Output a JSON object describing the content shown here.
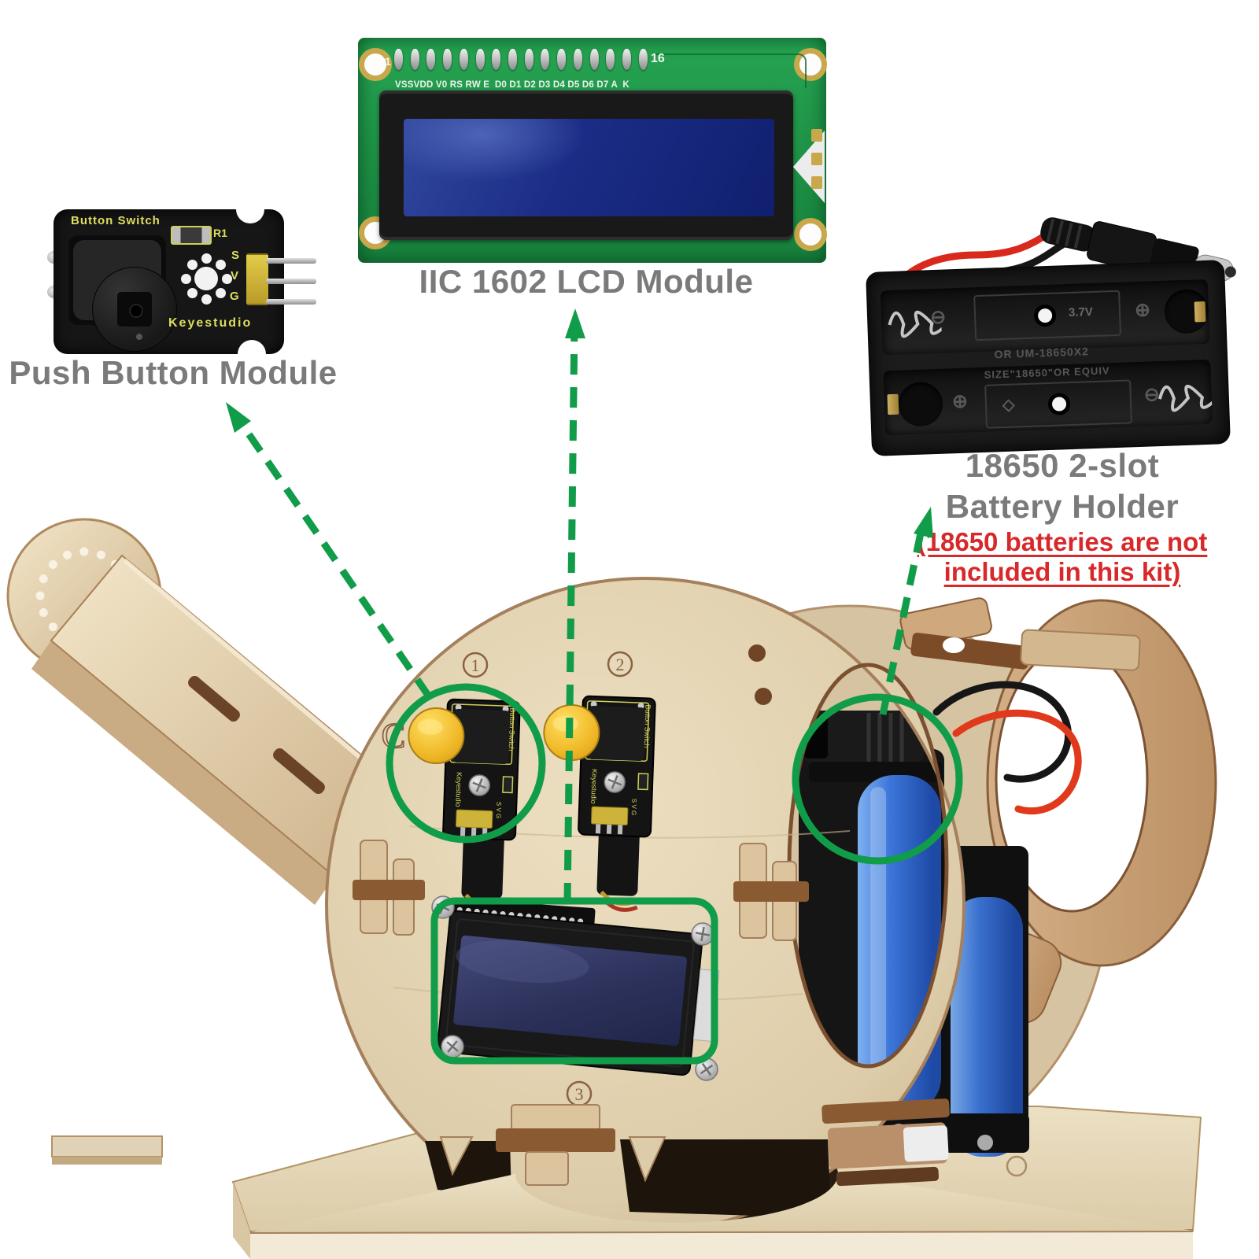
{
  "annotations": {
    "push_button_label": "Push Button Module",
    "lcd_label": "IIC 1602 LCD Module",
    "battery_label_line1": "18650 2-slot",
    "battery_label_line2": "Battery Holder",
    "battery_note_line1": "(18650 batteries are not",
    "battery_note_line2": "included in this kit)"
  },
  "push_button_module": {
    "silkscreen_title": "Button Switch",
    "brand": "Keyestudio",
    "resistor_ref": "R1",
    "pins": [
      "S",
      "V",
      "G"
    ]
  },
  "lcd_module": {
    "pin_first": "1",
    "pin_last": "16",
    "pin_labels": "VSSVDD V0 RS RW E  D0 D1 D2 D3 D4 D5 D6 D7 A  K"
  },
  "battery_holder": {
    "voltage": "3.7V",
    "alt_model": "OR UM-18650X2",
    "size_note": "SIZE\"18650\"OR EQUIV",
    "minus_symbol": "⊖",
    "plus_symbol": "⊕",
    "logo_mark": "◇"
  },
  "robot": {
    "etched_letter": "C",
    "mark_1": "1",
    "mark_2": "2",
    "mark_3": "3",
    "module_title": "Button Switch",
    "module_brand": "Keyestudio",
    "module_pins": "S V G"
  },
  "colors": {
    "annotation_green": "#109c49",
    "label_gray": "#7a7a7a",
    "note_red": "#d8282a",
    "pcb_black": "#161616",
    "pcb_green": "#1f9d4b",
    "lcd_blue": "#1b2c86",
    "silkscreen_yellow": "#dede60",
    "wood_light": "#e3d4b4",
    "battery_cell_blue": "#2e64c8"
  }
}
